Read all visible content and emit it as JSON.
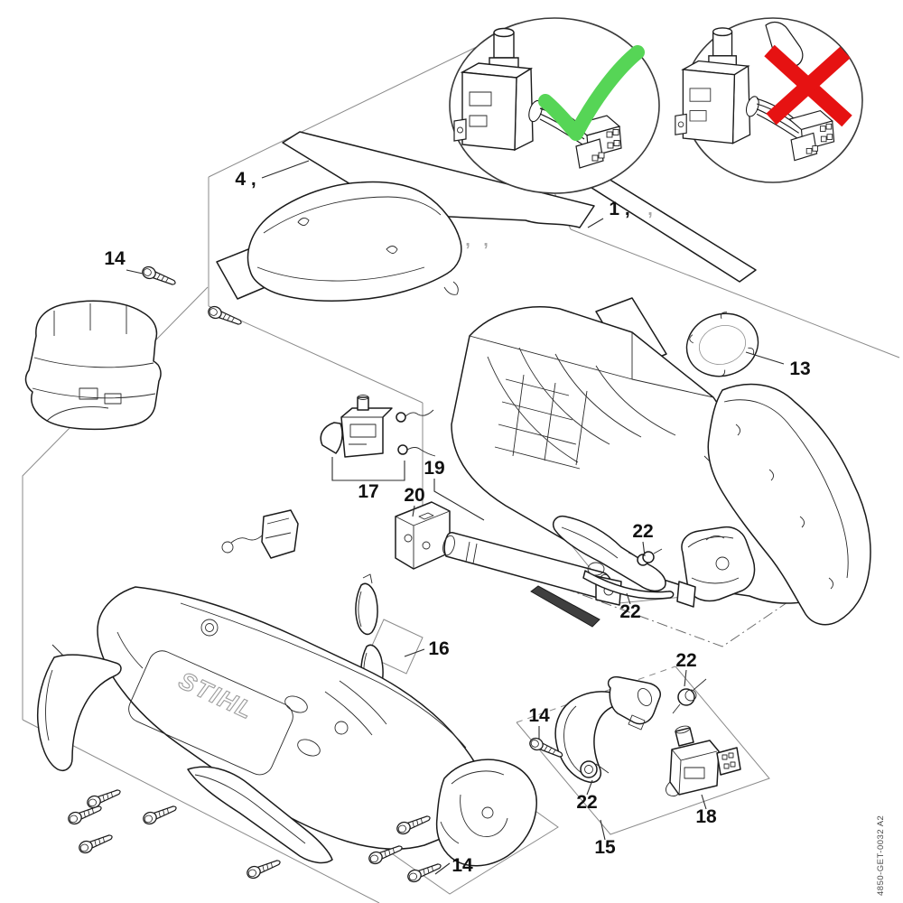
{
  "diagram": {
    "brand": "STIHL",
    "doc_number": "4850-GET-0032 A2",
    "insets": {
      "correct_color": "#56d556",
      "incorrect_color": "#e61212"
    },
    "callouts": {
      "part1": "1 ,",
      "part1_faint": ",",
      "part4": "4 ,",
      "faint_a": ",",
      "faint_b": ",",
      "part13": "13",
      "part14_top": "14",
      "part14_mid": "14",
      "part14_bottom": "14",
      "part15": "15",
      "part16": "16",
      "part17": "17",
      "part18": "18",
      "part19": "19",
      "part20": "20",
      "part22_a": "22",
      "part22_b": "22",
      "part22_c": "22",
      "part22_d": "22"
    }
  }
}
